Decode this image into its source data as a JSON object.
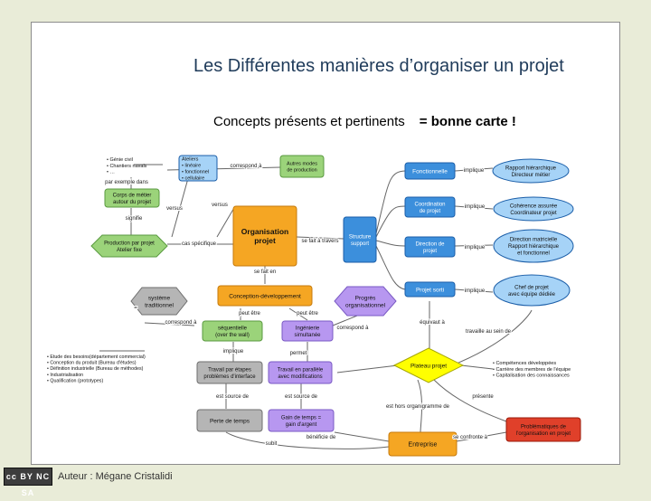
{
  "slide": {
    "title": "Les Différentes manières d’organiser un projet",
    "subtitle": "Concepts présents et  pertinents",
    "subtitle_emphasis": "= bonne carte !",
    "footer_author": "Auteur : Mégane Cristalidi",
    "license_badge": "cc BY NC SA"
  },
  "colors": {
    "green": "#9bd37a",
    "green_border": "#5a9a40",
    "blue": "#3c8fdc",
    "blue_border": "#1b5ea8",
    "orange": "#f5a623",
    "orange_border": "#c67a0b",
    "purple": "#b797f0",
    "purple_border": "#7a5ac4",
    "gray": "#b5b5b5",
    "gray_border": "#6e6e6e",
    "yellow": "#ffff00",
    "red": "#e0402a",
    "pastel_blue": "#a6d3f7"
  },
  "nodes": {
    "genie": "• Génie civil\n• Chantiers navals\n• …",
    "ateliers": "Ateliers\n• linéaire\n• fonctionnel\n• cellulaire",
    "autres_modes": "Autres modes\nde production",
    "corps_metier": "Corps de métier\nautour du projet",
    "production_projet": "Production par projet\nAtelier fixe",
    "organisation": "Organisation\nprojet",
    "structure_support": "Structure\nsupport",
    "fonctionnelle": "Fonctionnelle",
    "coordination": "Coordination\nde projet",
    "direction": "Direction de\nprojet",
    "projet_sorti": "Projet sorti",
    "rapport_hier": "Rapport hiérarchique\nDirecteur métier",
    "coherence": "Cohérence assurée\nCoordinateur projet",
    "direction_matricielle": "Direction matricielle\nRapport hiérarchique\net fonctionnel",
    "chef_projet": "Chef de projet\navec équipe dédiée",
    "systeme_trad": "système\ntraditionnel",
    "conception_dev": "Conception-développement",
    "progres_org": "Progrès\norganisationnel",
    "sequentielle": "séquentielle\n(over the wall)",
    "ingenierie_sim": "Ingénierie\nsimultanée",
    "liste_etapes": "• Etude des besoins(département commercial)\n• Conception du produit (Bureau d'études)\n• Définition industrielle (Bureau de méthodes)\n• Industrialisation\n• Qualification (prototypes)",
    "travail_etapes": "Travail par étapes\nproblèmes d'interface",
    "travail_parallele": "Travail en parallèle\navec modifications",
    "plateau": "Plateau projet",
    "competences": "• Compétences développées\n• Carrière des membres de l'équipe\n• Capitalisation des connaissances",
    "perte_temps": "Perte de temps",
    "gain_temps": "Gain de temps =\ngain d'argent",
    "problematiques": "Problématiques de\nl'organisation en projet",
    "entreprise": "Entreprise"
  },
  "edge_labels": {
    "correspond_a_1": "correspond à",
    "par_exemple": "par exemple dans",
    "versus_1": "versus",
    "versus_2": "versus",
    "signifie": "signifie",
    "cas_specifique": "cas spécifique",
    "se_fait_travers": "se fait à travers",
    "implique_1": "implique",
    "implique_2": "implique",
    "implique_3": "implique",
    "implique_4": "implique",
    "se_fait_en": "se fait en",
    "peut_etre_1": "peut être",
    "peut_etre_2": "peut être",
    "correspond_a_2": "correspond à",
    "correspond_a_3": "correspond à",
    "equivaut": "équivaut à",
    "travaille": "travaille au sein de",
    "equals": "=",
    "implique_5": "implique",
    "permet": "permet",
    "est_source_1": "est source de",
    "est_source_2": "est source de",
    "presente": "présente",
    "est_hors": "est hors organigramme de",
    "benefice": "bénéficie de",
    "subit": "subit",
    "se_confronte": "se confronte à"
  }
}
